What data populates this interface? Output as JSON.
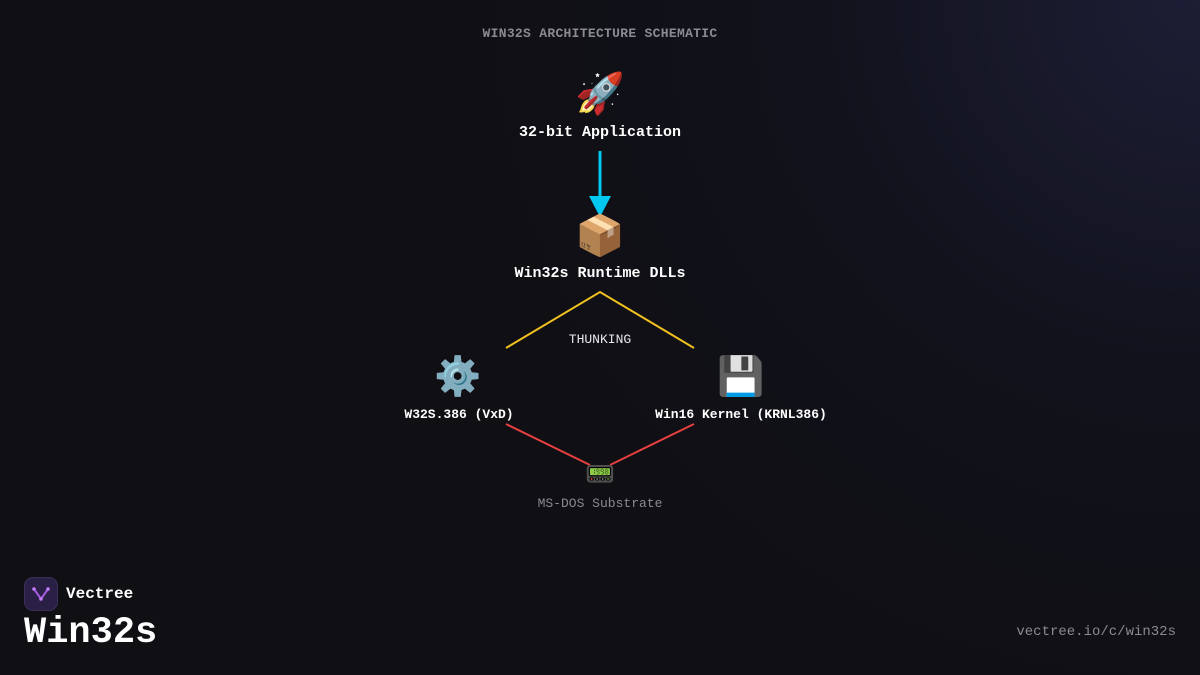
{
  "diagram": {
    "title": "WIN32S ARCHITECTURE SCHEMATIC",
    "nodes": {
      "app": {
        "label": "32-bit Application",
        "icon": "rocket-icon",
        "glyph": "🚀"
      },
      "dlls": {
        "label": "Win32s Runtime DLLs",
        "icon": "package-icon",
        "glyph": "📦"
      },
      "vxd": {
        "label": "W32S.386 (VxD)",
        "icon": "gear-icon",
        "glyph": "⚙️"
      },
      "kernel": {
        "label": "Win16 Kernel (KRNL386)",
        "icon": "floppy-disk-icon",
        "glyph": "💾"
      },
      "dos": {
        "label": "MS-DOS Substrate",
        "icon": "pager-icon",
        "glyph": "📟"
      }
    },
    "edges": {
      "thunking_label": "THUNKING"
    },
    "colors": {
      "arrow": "#00c8f0",
      "thunk_lines": "#f0c020",
      "dos_lines": "#e84040",
      "background": "#0f0f14",
      "muted_text": "#8a8a90"
    }
  },
  "footer": {
    "brand": "Vectree",
    "title": "Win32s",
    "url": "vectree.io/c/win32s"
  }
}
